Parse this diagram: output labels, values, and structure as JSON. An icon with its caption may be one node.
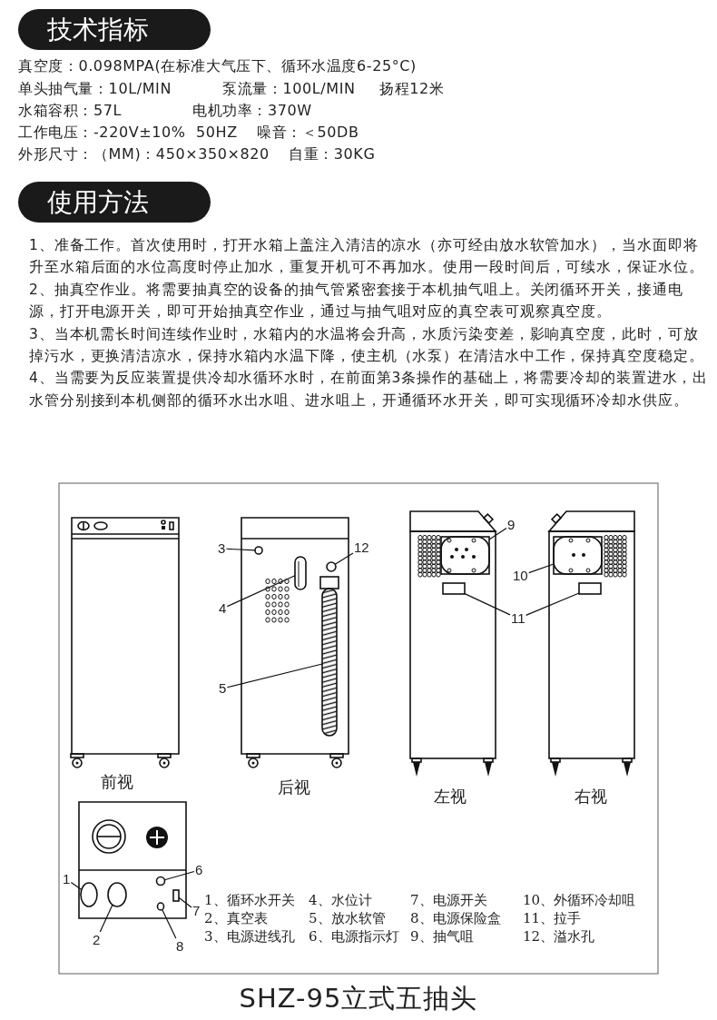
{
  "diagram": {
    "caption": "SHZ-95立式五抽头",
    "nodes": [
      {
        "text": [
          "3"
        ]
      },
      {
        "text": [],
        "shape": "circle"
      },
      {
        "text": [
          "12"
        ]
      },
      {
        "text": [],
        "shape": "circle"
      },
      {
        "text": [
          "4"
        ]
      },
      {
        "text": [],
        "shape": "bar"
      },
      {
        "text": [
          "5"
        ]
      },
      {
        "text": [],
        "shape": "bar"
      },
      {
        "text": [
          "9"
        ]
      },
      {
        "text": [],
        "shape": "box"
      },
      {
        "text": [
          "11"
        ]
      },
      {
        "text": [],
        "shape": "box"
      },
      {
        "text": [],
        "shape": "box"
      },
      {
        "text": [
          "10"
        ]
      },
      {
        "text": [],
        "shape": "box"
      },
      {
        "text": [
          "1"
        ]
      },
      {
        "text": [],
        "shape": "circle"
      },
      {
        "text": [
          "2"
        ]
      },
      {
        "text": [],
        "shape": "circle"
      },
      {
        "text": [
          "6"
        ]
      },
      {
        "text": [],
        "shape": "circle"
      },
      {
        "text": [
          "7"
        ]
      },
      {
        "text": [],
        "shape": "box"
      },
      {
        "text": [
          "8"
        ]
      },
      {
        "text": [],
        "shape": "circle"
      }
    ],
    "edges": [
      {
        "from": 0,
        "to": 1,
        "arrow": "none"
      },
      {
        "from": 2,
        "to": 3,
        "arrow": "none"
      },
      {
        "from": 4,
        "to": 5,
        "arrow": "none"
      },
      {
        "from": 6,
        "to": 7,
        "arrow": "none"
      },
      {
        "from": 8,
        "to": 9,
        "arrow": "none"
      },
      {
        "from": 10,
        "to": 11,
        "arrow": "none"
      },
      {
        "from": 10,
        "to": 12,
        "arrow": "none"
      },
      {
        "from": 13,
        "to": 14,
        "arrow": "none"
      },
      {
        "from": 15,
        "to": 16,
        "arrow": "none"
      },
      {
        "from": 17,
        "to": 18,
        "arrow": "none"
      },
      {
        "from": 19,
        "to": 20,
        "arrow": "none"
      },
      {
        "from": 21,
        "to": 22,
        "arrow": "none"
      },
      {
        "from": 23,
        "to": 24,
        "arrow": "none"
      }
    ],
    "labels": [
      "技术指标",
      "真空度：0.098MPA(在标准大气压下、循环水温度6-25°C)",
      "单头抽气量：10L/MIN",
      "泵流量：100L/MIN",
      "扬程12米",
      "水箱容积：57L",
      "电机功率：370W",
      "工作电压：-220V±10%  50HZ",
      "噪音：＜50DB",
      "外形尺寸：（MM)：450×350×820",
      "自重：30KG",
      "使用方法",
      "1、准备工作。首次使用时，打开水箱上盖注入清洁的凉水（亦可经由放水软管加水），当水面即将升至水箱后面的水位高度时停止加水，重复开机可不再加水。使用一段时间后，可续水，保证水位。",
      "2、抽真空作业。将需要抽真空的设备的抽气管紧密套接于本机抽气咀上。关闭循环开关，接通电源，打开电源开关，即可开始抽真空作业，通过与抽气咀对应的真空表可观察真空度。",
      "3、当本机需长时间连续作业时，水箱内的水温将会升高，水质污染变差，影响真空度，此时，可放掉污水，更换清洁凉水，保持水箱内水温下降，使主机（水泵）在清洁水中工作，保持真空度稳定。",
      "4、当需要为反应装置提供冷却水循环水时，在前面第3条操作的基础上，将需要冷却的装置进水，出水管分别接到本机侧部的循环水出水咀、进水咀上，开通循环水开关，即可实现循环冷却水供应。",
      "前视",
      "后视",
      "左视",
      "右视",
      "1、循环水开关",
      "4、水位计",
      "7、电源开关",
      "10、外循环冷却咀",
      "2、真空表",
      "5、放水软管",
      "8、电源保险盒",
      "11、拉手",
      "3、电源进线孔",
      "6、电源指示灯",
      "9、抽气咀",
      "12、溢水孔"
    ]
  }
}
